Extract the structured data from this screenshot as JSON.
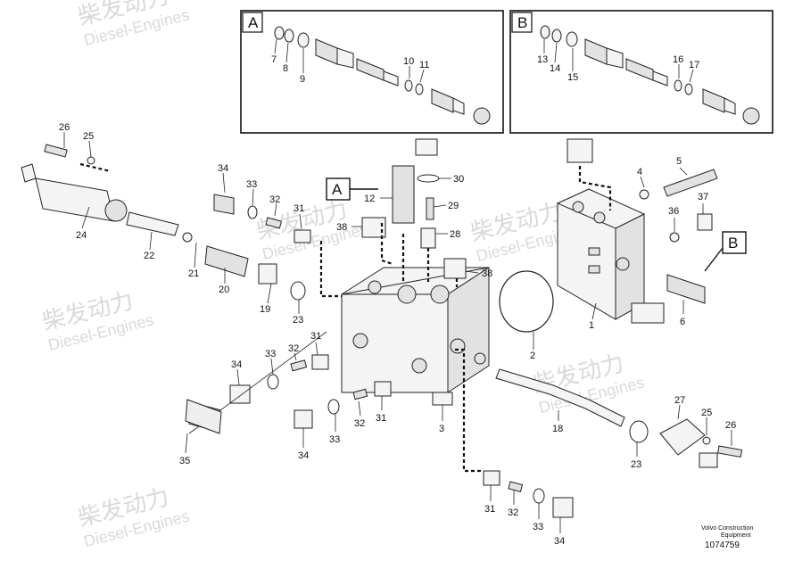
{
  "watermark": {
    "brand_cn": "柴发动力",
    "brand_en": "Diesel-Engines",
    "color": "#d9d9d9"
  },
  "detail_boxes": [
    {
      "id": "A",
      "label": "A"
    },
    {
      "id": "B",
      "label": "B"
    }
  ],
  "view_refs": {
    "A": "A",
    "B": "B"
  },
  "callouts": [
    "7",
    "8",
    "9",
    "10",
    "11",
    "13",
    "14",
    "15",
    "16",
    "17",
    "26",
    "25",
    "24",
    "22",
    "21",
    "20",
    "19",
    "23",
    "34",
    "33",
    "32",
    "31",
    "38",
    "12",
    "30",
    "29",
    "28",
    "38b",
    "4",
    "5",
    "37",
    "36",
    "6",
    "1",
    "2",
    "3",
    "18",
    "31b",
    "32b",
    "33b",
    "34b",
    "35",
    "33c",
    "32c",
    "31c",
    "34c",
    "27",
    "25b",
    "26b",
    "23b",
    "31d",
    "32d",
    "33d",
    "34d"
  ],
  "callout_text": {
    "7": "7",
    "8": "8",
    "9": "9",
    "10": "10",
    "11": "11",
    "13": "13",
    "14": "14",
    "15": "15",
    "16": "16",
    "17": "17",
    "26": "26",
    "25": "25",
    "24": "24",
    "22": "22",
    "21": "21",
    "20": "20",
    "19": "19",
    "23": "23",
    "34": "34",
    "33": "33",
    "32": "32",
    "31": "31",
    "38": "38",
    "12": "12",
    "30": "30",
    "29": "29",
    "28": "28",
    "38b": "38",
    "4": "4",
    "5": "5",
    "37": "37",
    "36": "36",
    "6": "6",
    "1": "1",
    "2": "2",
    "3": "3",
    "18": "18",
    "31b": "31",
    "32b": "32",
    "33b": "33",
    "34b": "34",
    "35": "35",
    "33c": "33",
    "32c": "32",
    "31c": "31",
    "34c": "34",
    "27": "27",
    "25b": "25",
    "26b": "26",
    "23b": "23",
    "31d": "31",
    "32d": "32",
    "33d": "33",
    "34d": "34"
  },
  "credit": {
    "line1": "Volvo Construction",
    "line2": "Equipment",
    "number": "1074759"
  }
}
